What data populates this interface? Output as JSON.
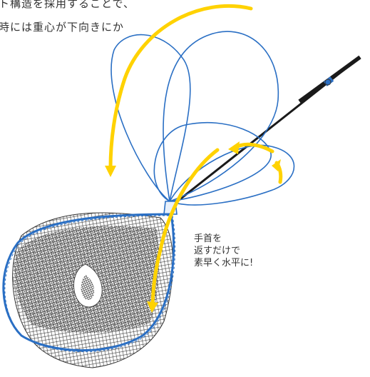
{
  "caption": {
    "line1": "ト構造を採用することで、",
    "line2": "時には重心が下向きにか"
  },
  "annotation": {
    "line1": "手首を",
    "line2": "返すだけで",
    "line3": "素早く水平に!"
  },
  "colors": {
    "frame": "#2a6fc4",
    "arrow": "#ffd200",
    "mesh": "#333333",
    "handle": "#1a1a1a"
  }
}
